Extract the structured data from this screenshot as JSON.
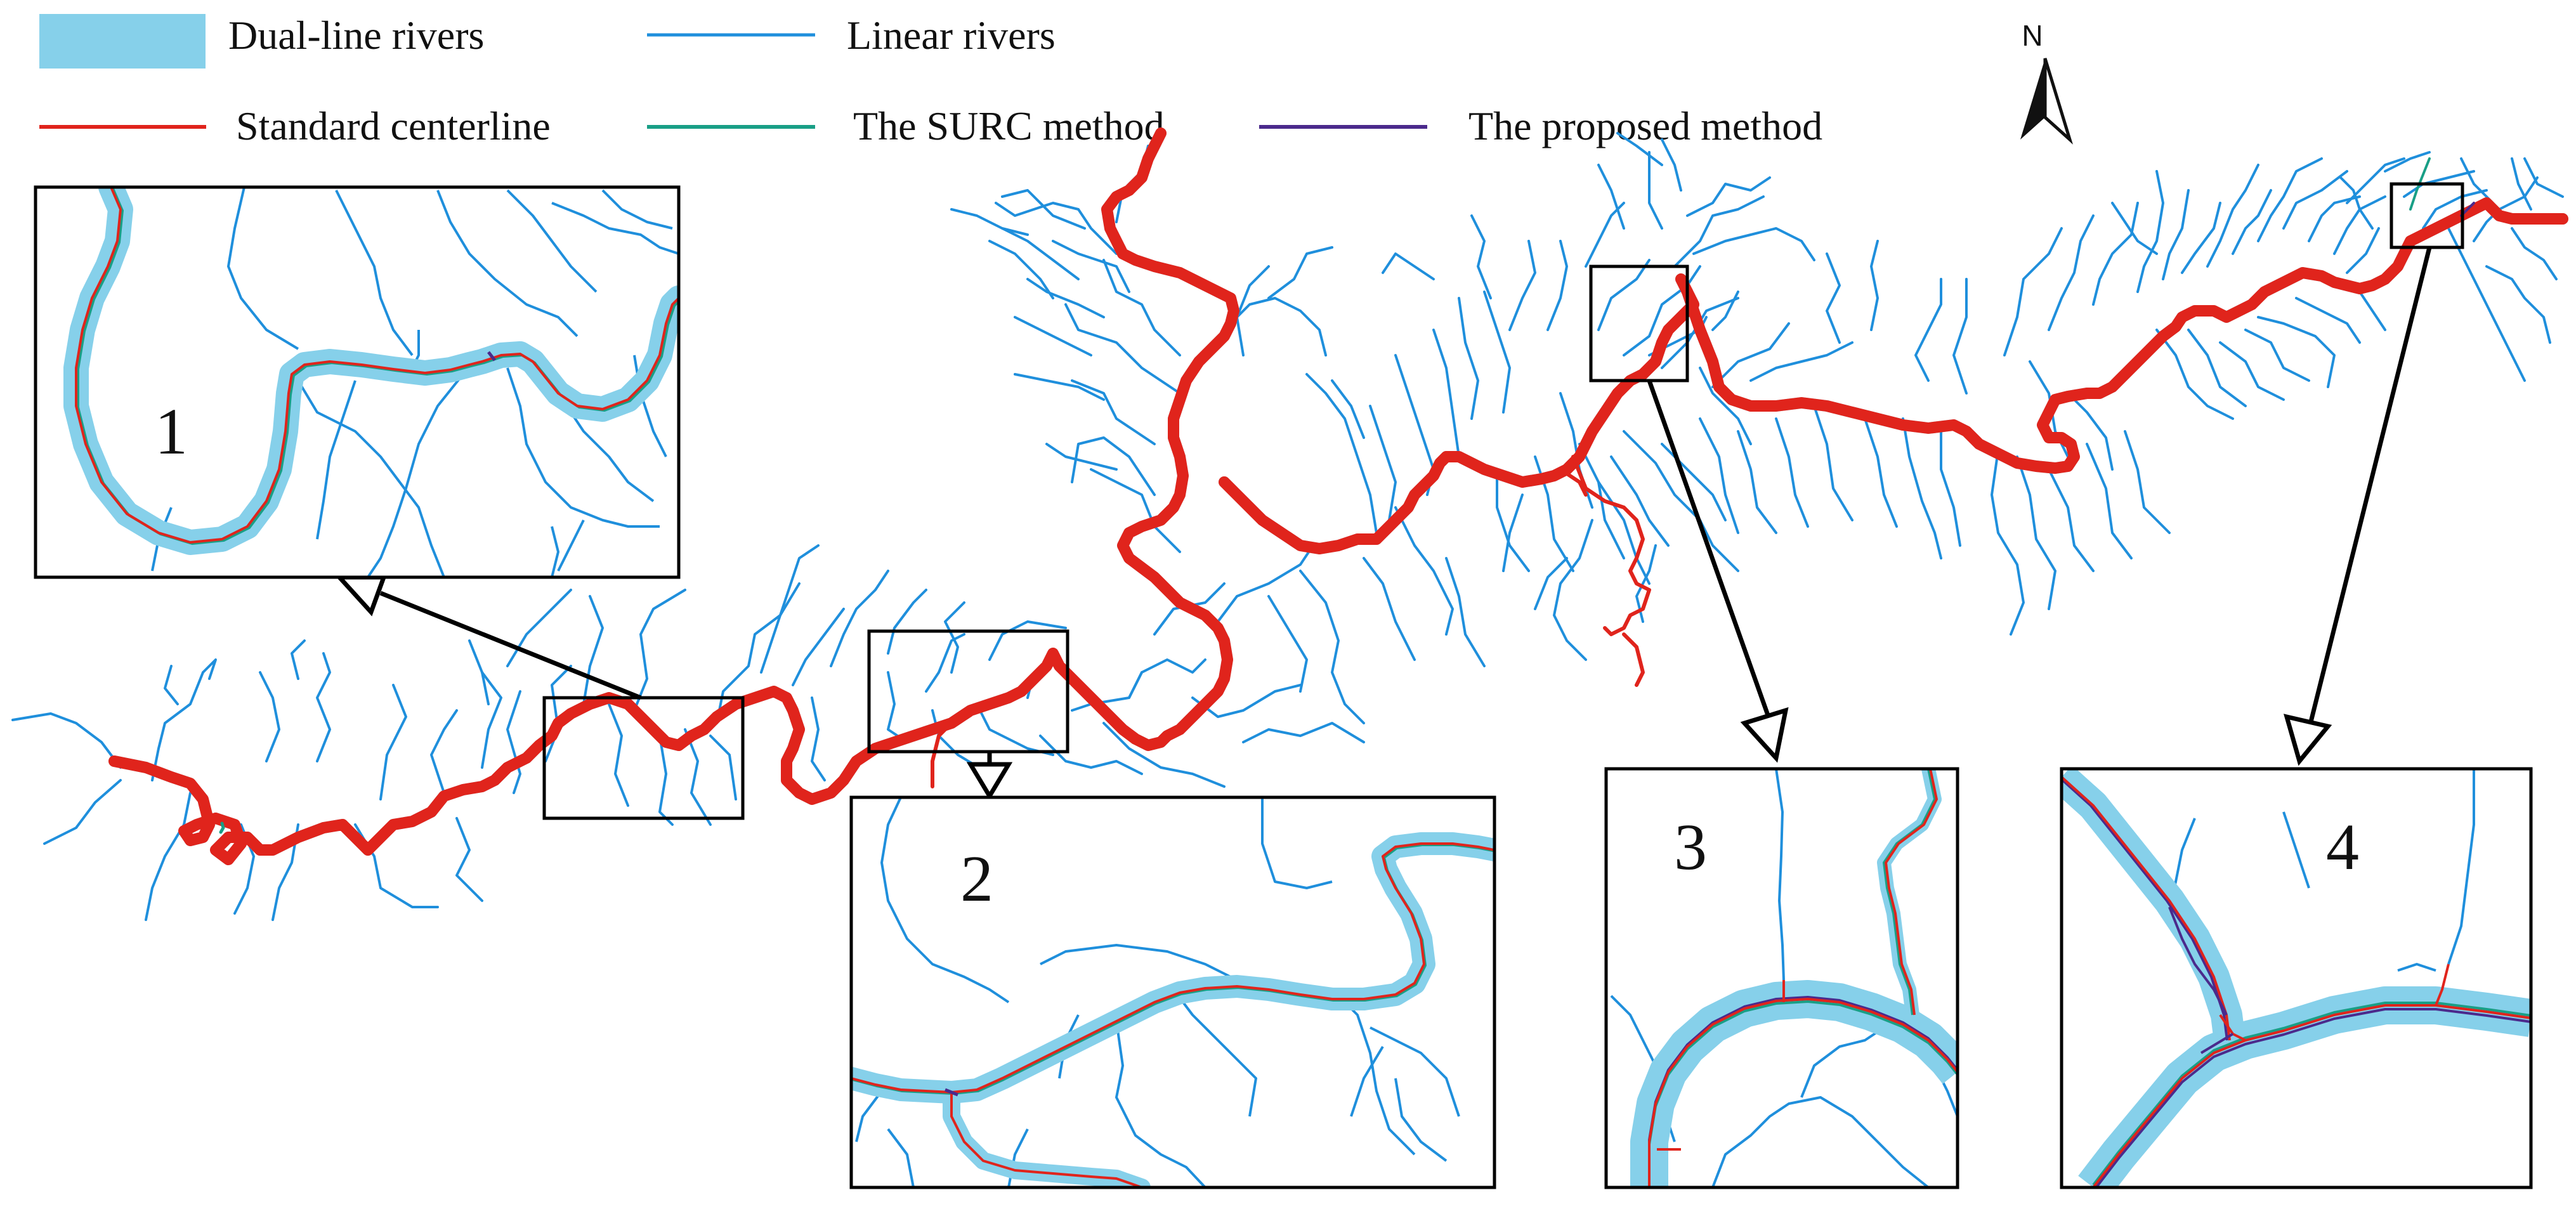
{
  "legend": {
    "items": [
      {
        "label": "Dual-line rivers",
        "color": "#86d0ea",
        "symbol": "filled-rect"
      },
      {
        "label": "Linear rivers",
        "color": "#1f8fdc",
        "symbol": "line"
      },
      {
        "label": "Standard centerline",
        "color": "#e0241c",
        "symbol": "line"
      },
      {
        "label": "The SURC  method",
        "color": "#199f86",
        "symbol": "line"
      },
      {
        "label": "The proposed method",
        "color": "#4b2a8c",
        "symbol": "line"
      }
    ]
  },
  "north_arrow": {
    "label": "N",
    "icon": "north-arrow-icon"
  },
  "insets": [
    {
      "label": "1"
    },
    {
      "label": "2"
    },
    {
      "label": "3"
    },
    {
      "label": "4"
    }
  ],
  "colors": {
    "dual_line_river": "#86d0ea",
    "linear_river": "#1f8fdc",
    "standard_centerline": "#e0241c",
    "surc_method": "#199f86",
    "proposed_method": "#4b2a8c",
    "frame": "#000000"
  }
}
